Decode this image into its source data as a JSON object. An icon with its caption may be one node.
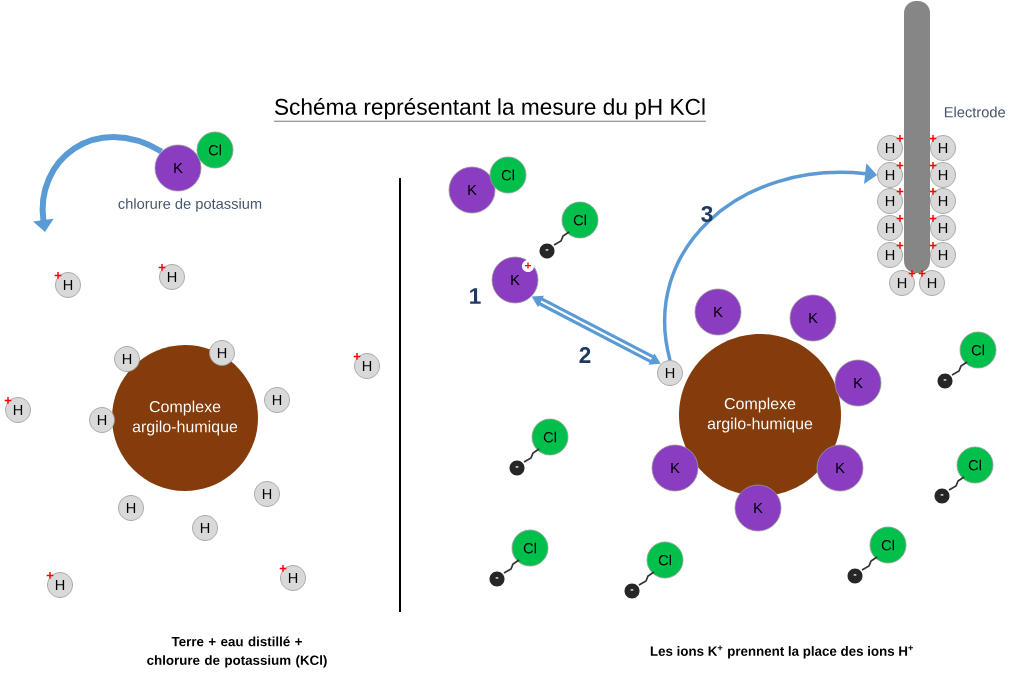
{
  "diagram": {
    "title": "Schéma représentant la mesure du pH KCl",
    "nodes": [
      {
        "text": [
          "K"
        ]
      },
      {
        "text": [
          "Cl"
        ]
      },
      {
        "text": [
          "H",
          "+"
        ]
      },
      {
        "text": [
          "H",
          "+"
        ]
      },
      {
        "text": [
          "H",
          "+"
        ]
      },
      {
        "text": [
          "H",
          "+"
        ]
      },
      {
        "text": [
          "H",
          "+"
        ]
      },
      {
        "text": [
          "H",
          "+"
        ]
      },
      {
        "text": [
          "Complexe argilo-humique"
        ]
      },
      {
        "text": [
          "H"
        ]
      },
      {
        "text": [
          "H"
        ]
      },
      {
        "text": [
          "H"
        ]
      },
      {
        "text": [
          "H"
        ]
      },
      {
        "text": [
          "H"
        ]
      },
      {
        "text": [
          "H"
        ]
      },
      {
        "text": [
          "H"
        ]
      },
      {
        "text": [
          "K"
        ]
      },
      {
        "text": [
          "Cl"
        ]
      },
      {
        "text": [
          "K",
          "+"
        ]
      },
      {
        "text": [
          "Cl",
          "-"
        ]
      },
      {
        "text": [
          "Complexe argilo-humique"
        ]
      },
      {
        "text": [
          "H"
        ]
      },
      {
        "text": [
          "K"
        ]
      },
      {
        "text": [
          "K"
        ]
      },
      {
        "text": [
          "K"
        ]
      },
      {
        "text": [
          "K"
        ]
      },
      {
        "text": [
          "K"
        ]
      },
      {
        "text": [
          "K"
        ]
      },
      {
        "text": [
          "Cl",
          "-"
        ]
      },
      {
        "text": [
          "Cl",
          "-"
        ]
      },
      {
        "text": [
          "Cl",
          "-"
        ]
      },
      {
        "text": [
          "Cl",
          "-"
        ]
      },
      {
        "text": [
          "Cl",
          "-"
        ]
      },
      {
        "text": [
          "Cl",
          "-"
        ]
      },
      {
        "text": [],
        "shape": "bar",
        "beside": [
          "Electrode"
        ]
      },
      {
        "text": [
          "H",
          "+"
        ]
      },
      {
        "text": [
          "H",
          "+"
        ]
      },
      {
        "text": [
          "H",
          "+"
        ]
      },
      {
        "text": [
          "H",
          "+"
        ]
      },
      {
        "text": [
          "H",
          "+"
        ]
      },
      {
        "text": [
          "H",
          "+"
        ]
      },
      {
        "text": [
          "H",
          "+"
        ]
      },
      {
        "text": [
          "H",
          "+"
        ]
      },
      {
        "text": [
          "H",
          "+"
        ]
      },
      {
        "text": [
          "H",
          "+"
        ]
      },
      {
        "text": [
          "H",
          "+"
        ]
      },
      {
        "text": [
          "H",
          "+"
        ]
      }
    ],
    "edges": [
      {
        "from": 0,
        "to": null,
        "arrow": "to"
      },
      {
        "from": 18,
        "to": 21,
        "arrow": "both",
        "label": "2"
      },
      {
        "from": 21,
        "to": 37,
        "arrow": "to",
        "label": "3"
      }
    ],
    "labels": [
      "chlorure de potassium",
      "1",
      "Terre + eau distillé + chlorure de potassium (KCl)",
      "Les ions K$^{+}$ prennent la place des ions H$^{+}$"
    ]
  }
}
